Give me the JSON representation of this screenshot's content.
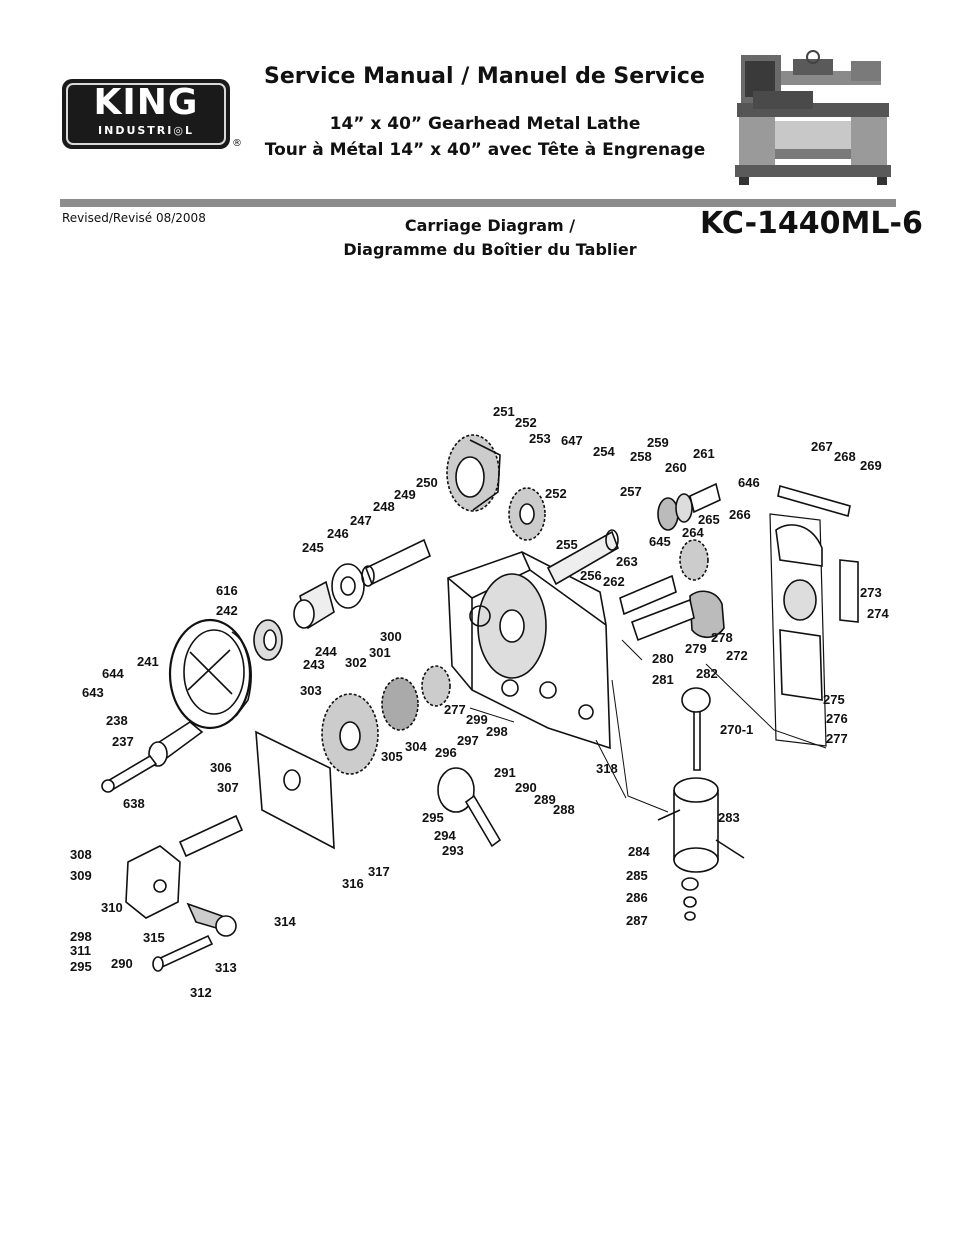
{
  "header": {
    "logo_brand": "KING",
    "logo_sub": "INDUSTRI◎L",
    "registered_mark": "®",
    "title": "Service Manual / Manuel de Service",
    "subtitle_en": "14” x 40” Gearhead Metal Lathe",
    "subtitle_fr": "Tour à Métal 14” x 40” avec Tête à Engrenage"
  },
  "section": {
    "revised": "Revised/Revisé 08/2008",
    "diagram_title_en": "Carriage Diagram /",
    "diagram_title_fr": "Diagramme du Boîtier du Tablier",
    "model": "KC-1440ML-6"
  },
  "parts": {
    "p251": "251",
    "p252a": "252",
    "p253": "253",
    "p647": "647",
    "p254": "254",
    "p259": "259",
    "p258": "258",
    "p261": "261",
    "p260": "260",
    "p267": "267",
    "p268": "268",
    "p269": "269",
    "p646": "646",
    "p250": "250",
    "p249": "249",
    "p248": "248",
    "p252b": "252",
    "p257": "257",
    "p247": "247",
    "p246": "246",
    "p265": "265",
    "p266": "266",
    "p264": "264",
    "p645": "645",
    "p245": "245",
    "p255": "255",
    "p263": "263",
    "p256": "256",
    "p262": "262",
    "p273": "273",
    "p616": "616",
    "p274": "274",
    "p242": "242",
    "p300": "300",
    "p278": "278",
    "p244": "244",
    "p243": "243",
    "p302": "302",
    "p301": "301",
    "p279": "279",
    "p272": "272",
    "p241": "241",
    "p280": "280",
    "p644": "644",
    "p281": "281",
    "p282": "282",
    "p643": "643",
    "p303": "303",
    "p275": "275",
    "p277a": "277",
    "p299": "299",
    "p276": "276",
    "p238": "238",
    "p298a": "298",
    "p270_1": "270-1",
    "p297": "297",
    "p277b": "277",
    "p237": "237",
    "p296": "296",
    "p304": "304",
    "p305": "305",
    "p306": "306",
    "p291": "291",
    "p318": "318",
    "p290a": "290",
    "p289": "289",
    "p307": "307",
    "p288": "288",
    "p638": "638",
    "p295a": "295",
    "p283": "283",
    "p294": "294",
    "p293": "293",
    "p284": "284",
    "p308": "308",
    "p317": "317",
    "p309": "309",
    "p316": "316",
    "p285": "285",
    "p286": "286",
    "p310": "310",
    "p287": "287",
    "p314": "314",
    "p298b": "298",
    "p315": "315",
    "p311": "311",
    "p290b": "290",
    "p295b": "295",
    "p313": "313",
    "p312": "312"
  }
}
